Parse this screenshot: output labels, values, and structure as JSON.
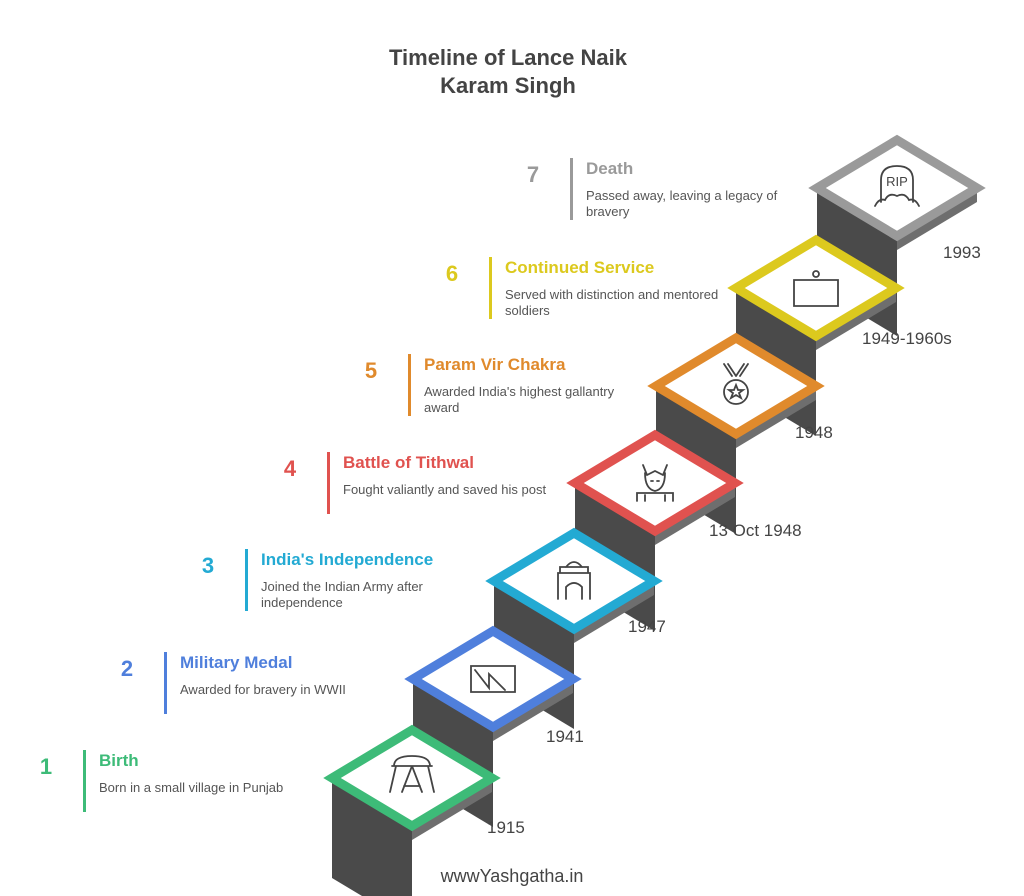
{
  "title_line1": "Timeline of Lance Naik",
  "title_line2": "Karam Singh",
  "events": [
    {
      "num": "1",
      "title": "Birth",
      "desc": "Born in a small village in Punjab",
      "year": "1915",
      "color": "#3dbb78",
      "icon": "cradle-icon"
    },
    {
      "num": "2",
      "title": "Military Medal",
      "desc": "Awarded for bravery in WWII",
      "year": "1941",
      "color": "#4f7fdc",
      "icon": "flag-icon"
    },
    {
      "num": "3",
      "title": "India's Independence",
      "desc": "Joined the Indian Army after independence",
      "year": "1947",
      "color": "#23aad3",
      "icon": "india-gate-icon"
    },
    {
      "num": "4",
      "title": "Battle of Tithwal",
      "desc": "Fought valiantly and saved his post",
      "year": "13 Oct 1948",
      "color": "#e0524f",
      "icon": "warrior-icon"
    },
    {
      "num": "5",
      "title": "Param Vir Chakra",
      "desc": "Awarded India's highest gallantry award",
      "year": "1948",
      "color": "#e08a2c",
      "icon": "medal-icon"
    },
    {
      "num": "6",
      "title": "Continued Service",
      "desc": "Served with distinction and mentored soldiers",
      "year": "1949-1960s",
      "color": "#dcc91e",
      "icon": "frame-icon"
    },
    {
      "num": "7",
      "title": "Death",
      "desc": "Passed away, leaving a legacy of bravery",
      "year": "1993",
      "color": "#9a9a9a",
      "icon": "rip-icon"
    }
  ],
  "rip_text": "RIP",
  "footer": "wwwYashgatha.in"
}
